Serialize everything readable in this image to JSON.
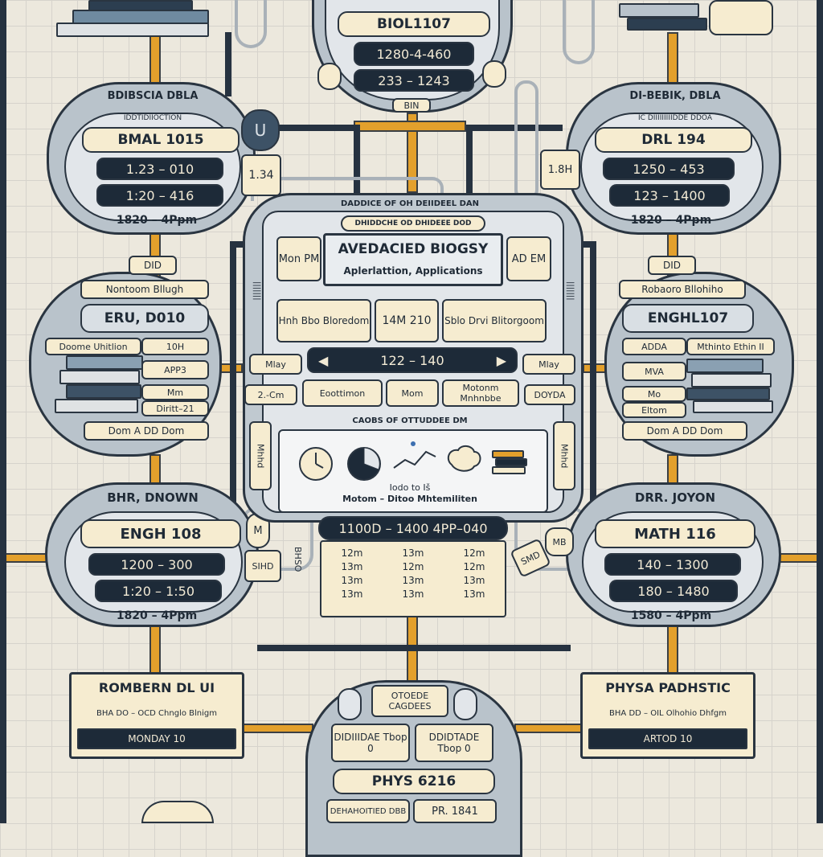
{
  "top": {
    "code": "BIOL1107",
    "time1": "1280-4-460",
    "time2": "233 – 1243",
    "tag": "BIN"
  },
  "center": {
    "header": "DADDICE OF OH DEIIDEEL DAN",
    "subheader": "DHIDDCHE OD DHIDEEE DOD",
    "title": "AVEDACIED BIOGSY",
    "subtitle": "Aplerlattion, Applications",
    "left_tag": "Mon PM",
    "right_tag": "AD EM",
    "info": [
      "Hnh Bbo Bloredom",
      "14M 210",
      "Sblo Drvi Blitorgoom"
    ],
    "time_bar": "122 – 140",
    "side_left": "Mlay",
    "side_right": "Mlay",
    "row": [
      "Eoottimon",
      "Mom",
      "Motonm Mnhnbbe"
    ],
    "row_left": "2.-Cm",
    "row_right": "DOYDA",
    "section_label": "CAOBS OF OTTUDDEE DM",
    "caption1": "Iodo to Iš",
    "caption2": "Motom – Ditoo Mhtemiliten",
    "schedule_bar": "1100D – 1400 4PP–040",
    "slots": [
      [
        "12m",
        "13m",
        "13m",
        "13m"
      ],
      [
        "13m",
        "12m",
        "13m",
        "13m"
      ],
      [
        "12m",
        "12m",
        "13m",
        "13m"
      ]
    ],
    "bottom_left": "Mhhd",
    "bottom_right": "Mhhd"
  },
  "pod_tl": {
    "header": "BDIBSCIA DBLA",
    "sub": "IDDTIDIIOCTION",
    "code": "BMAL 1015",
    "time1": "1.23 – 010",
    "time2": "1:20 – 416",
    "footer": "1820 – 4Ppm",
    "tag": "U",
    "side": "1.34"
  },
  "pod_tr": {
    "header": "DI-BEBIK, DBLA",
    "sub": "IC DIIIIIIIIIDDE DDOA",
    "code": "DRL 194",
    "time1": "1250 – 453",
    "time2": "123 – 1400",
    "footer": "1820 – 4Ppm",
    "side": "1.8H"
  },
  "pod_ml": {
    "tag": "DID",
    "title": "Nontoom Bllugh",
    "code": "ERU, D010",
    "row1a": "Doome Uhitlion",
    "row1b": "10H",
    "row2": "APP3",
    "row3a": "Mm",
    "row3b": "Diritt–21",
    "footer": "Dom A DD Dom"
  },
  "pod_mr": {
    "tag": "DID",
    "title": "Robaoro Bllohiho",
    "code": "ENGHL107",
    "row1a": "ADDA",
    "row1b": "Mthinto Ethin II",
    "row2": "MVA",
    "row3a": "Mo",
    "row3b": "Eltom",
    "footer": "Dom A DD Dom"
  },
  "pod_bl": {
    "header": "BHR, DNOWN",
    "code": "ENGH 108",
    "time1": "1200 – 300",
    "time2": "1:20 – 1:50",
    "footer": "1820 – 4Ppm",
    "side1": "M",
    "side2": "SIHD",
    "side3": "BHSO"
  },
  "pod_br": {
    "header": "DRR. JOYON",
    "code": "MATH 116",
    "time1": "140 – 1300",
    "time2": "180 – 1480",
    "footer": "1580 – 4Ppm",
    "side1": "MB",
    "side2": "SMD"
  },
  "card_left": {
    "title": "ROMBERN DL UI",
    "sub": "BHA DO – OCD Chnglo Blnigm",
    "bar": "MONDAY 10"
  },
  "card_right": {
    "title": "PHYSA PADHSTIC",
    "sub": "BHA DD – OIL Olhohio Dhfgm",
    "bar": "ARTOD 10"
  },
  "bottom": {
    "head": "OTOEDE CAGDEES",
    "cell1": "DIDIIIDAE Tbop 0",
    "cell2": "DDIDTADE Tbop 0",
    "code": "PHYS 6216",
    "foot_left": "DEHAHOITIED DBB",
    "foot_right": "PR. 1841"
  },
  "colors": {
    "pipe": "#e3a02c",
    "dark": "#1d2a38",
    "cream": "#f6ecd0",
    "steel": "#b9c3cb"
  },
  "icons": [
    "clock-icon",
    "pie-chart-icon",
    "graph-icon",
    "brain-icon",
    "book-stack-icon"
  ]
}
